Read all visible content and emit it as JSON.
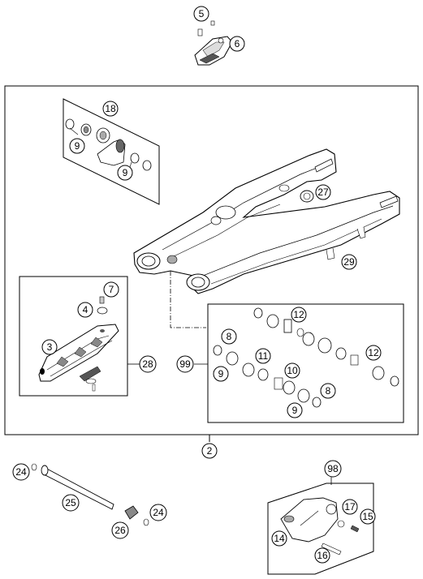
{
  "diagram": {
    "type": "exploded-parts-diagram",
    "callouts": {
      "c2": "2",
      "c3": "3",
      "c4": "4",
      "c5": "5",
      "c6": "6",
      "c7": "7",
      "c8a": "8",
      "c8b": "8",
      "c9a": "9",
      "c9b": "9",
      "c9c": "9",
      "c9d": "9",
      "c10": "10",
      "c11": "11",
      "c12a": "12",
      "c12b": "12",
      "c14": "14",
      "c15": "15",
      "c16": "16",
      "c17": "17",
      "c18": "18",
      "c24a": "24",
      "c24b": "24",
      "c25": "25",
      "c26": "26",
      "c27": "27",
      "c28": "28",
      "c29": "29",
      "c98": "98",
      "c99": "99"
    }
  }
}
